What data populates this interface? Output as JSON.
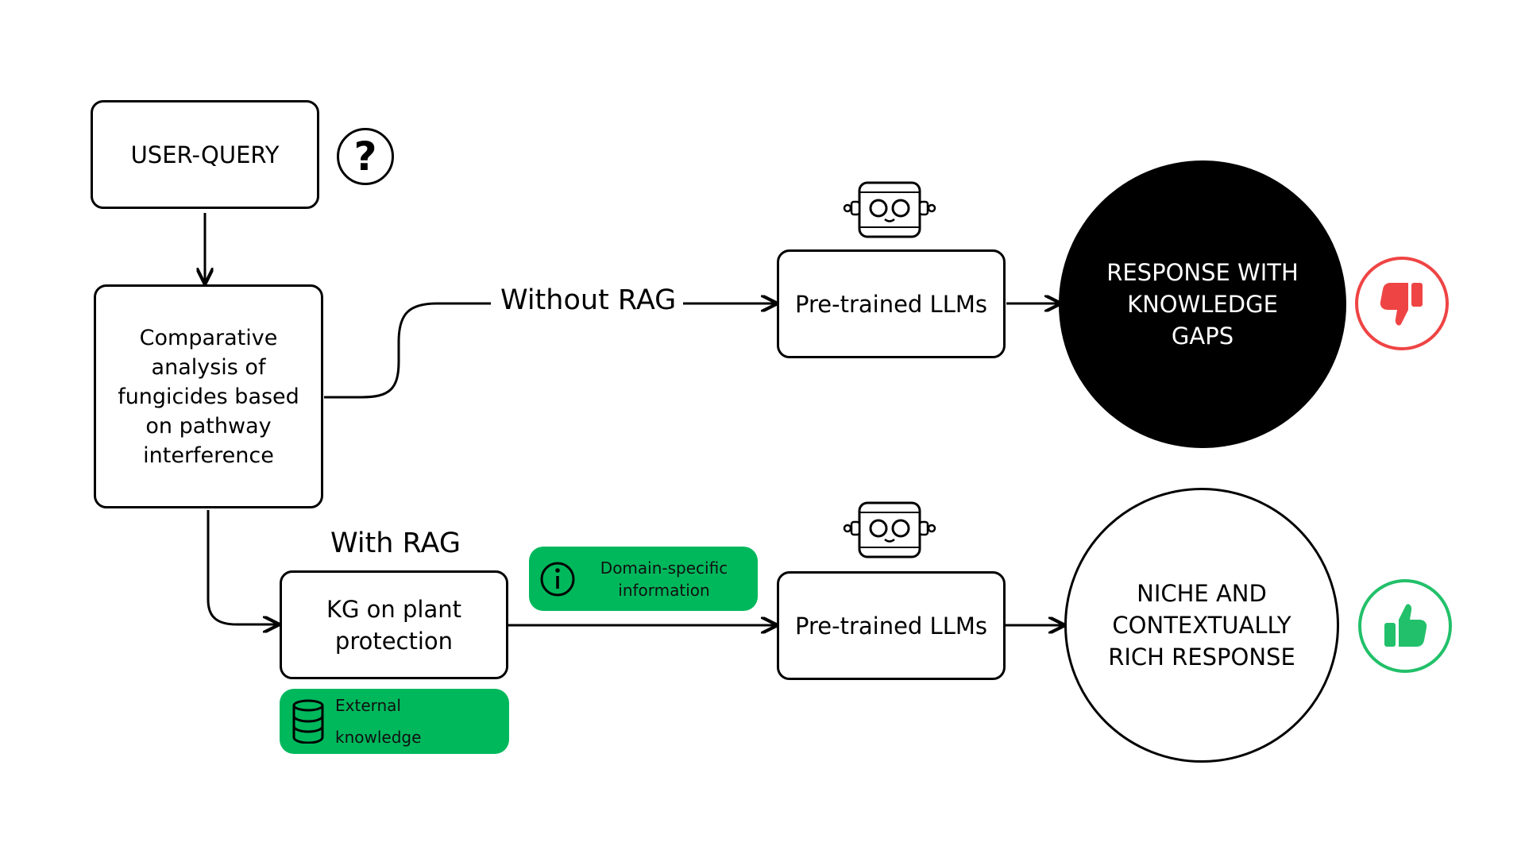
{
  "query_box": {
    "label": "USER-QUERY"
  },
  "query_box_help": {
    "glyph": "?"
  },
  "analysis_box": {
    "label": "Comparative\nanalysis of\nfungicides based\non pathway\ninterference"
  },
  "branch_labels": {
    "without_rag": "Without RAG",
    "with_rag": "With RAG"
  },
  "kg_box": {
    "label": "KG on plant\nprotection"
  },
  "external_tag": {
    "label": "External\nknowledge",
    "icon": "database-icon"
  },
  "domain_tag": {
    "label": "Domain-specific\ninformation",
    "icon": "info-icon"
  },
  "llm_top": {
    "label": "Pre-trained LLMs",
    "icon": "robot-icon"
  },
  "llm_bottom": {
    "label": "Pre-trained LLMs",
    "icon": "robot-icon"
  },
  "response_gap": {
    "label": "RESPONSE WITH\nKNOWLEDGE\nGAPS",
    "badge_icon": "thumbs-down-icon"
  },
  "response_rich": {
    "label": "NICHE AND\nCONTEXTUALLY\nRICH RESPONSE",
    "badge_icon": "thumbs-up-icon"
  },
  "colors": {
    "accent_green": "#00b85c",
    "negative_red": "#ef4444",
    "positive_green": "#22c06a",
    "ink": "#000000"
  }
}
